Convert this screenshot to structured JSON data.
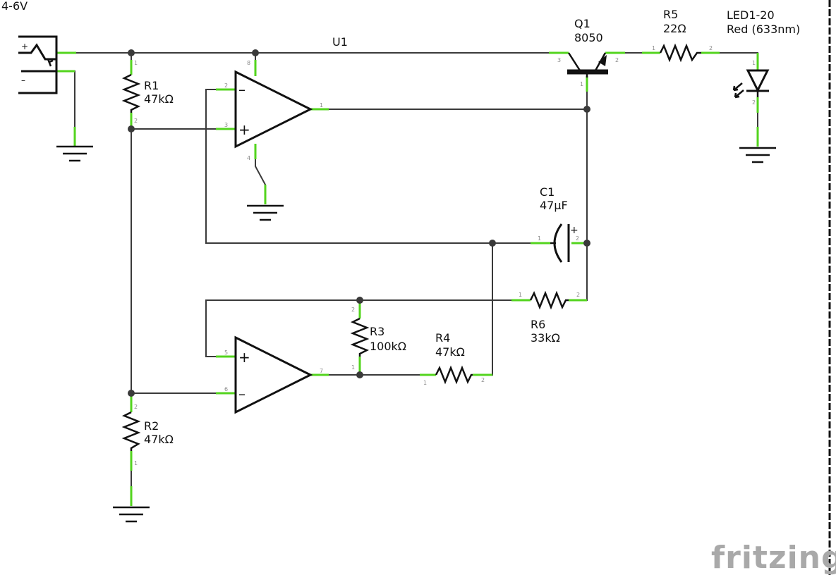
{
  "supply": {
    "label": "4-6V",
    "plus": "+",
    "minus": "–"
  },
  "opamp": {
    "name": "U1",
    "plus_sign": "+",
    "minus_sign": "–",
    "pins_a": {
      "vcc": "8",
      "inv": "2",
      "noninv": "3",
      "gnd": "4",
      "out": "1"
    },
    "pins_b": {
      "noninv": "5",
      "inv": "6",
      "out": "7"
    }
  },
  "components": {
    "q1": {
      "ref": "Q1",
      "value": "8050",
      "pins": {
        "c": "3",
        "e": "2",
        "b": "1"
      }
    },
    "r5": {
      "ref": "R5",
      "value": "22Ω",
      "pins": {
        "a": "1",
        "b": "2"
      }
    },
    "led": {
      "ref": "LED1-20",
      "value": "Red (633nm)",
      "pins": {
        "a": "1",
        "k": "2"
      }
    },
    "r1": {
      "ref": "R1",
      "value": "47kΩ",
      "pins": {
        "a": "1",
        "b": "2"
      }
    },
    "r2": {
      "ref": "R2",
      "value": "47kΩ",
      "pins": {
        "a": "2",
        "b": "1"
      }
    },
    "c1": {
      "ref": "C1",
      "value": "47µF",
      "polarity": "+",
      "pins": {
        "a": "1",
        "b": "2"
      }
    },
    "r3": {
      "ref": "R3",
      "value": "100kΩ",
      "pins": {
        "a": "2",
        "b": "1"
      }
    },
    "r4": {
      "ref": "R4",
      "value": "47kΩ",
      "pins": {
        "a": "1",
        "b": "2"
      }
    },
    "r6": {
      "ref": "R6",
      "value": "33kΩ",
      "pins": {
        "a": "1",
        "b": "2"
      }
    }
  },
  "watermark": "fritzing",
  "colors": {
    "wire": "#3a3a3a",
    "pin": "#53d41e",
    "symbol": "#111111",
    "watermark": "#a9a9a9"
  }
}
